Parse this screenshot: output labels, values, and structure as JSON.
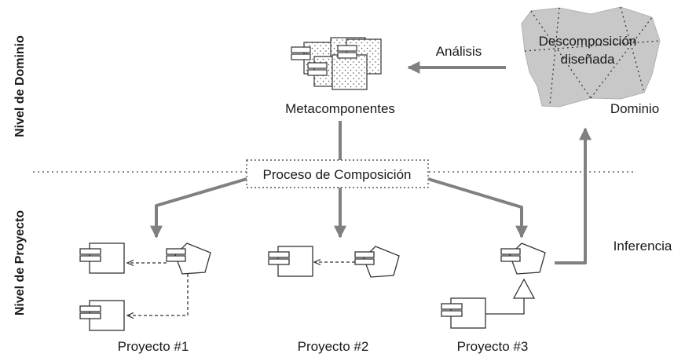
{
  "levels": {
    "domain": "Nivel de Dominio",
    "project": "Nivel de Proyecto"
  },
  "nodes": {
    "metacomponents": "Metacomponentes",
    "composition_process": "Proceso de Composición",
    "decomposition_line1": "Descomposición",
    "decomposition_line2": "diseñada",
    "domain": "Dominio"
  },
  "edges": {
    "analysis": "Análisis",
    "inference": "Inferencia"
  },
  "projects": [
    {
      "label": "Proyecto #1"
    },
    {
      "label": "Proyecto #2"
    },
    {
      "label": "Proyecto #3"
    }
  ]
}
